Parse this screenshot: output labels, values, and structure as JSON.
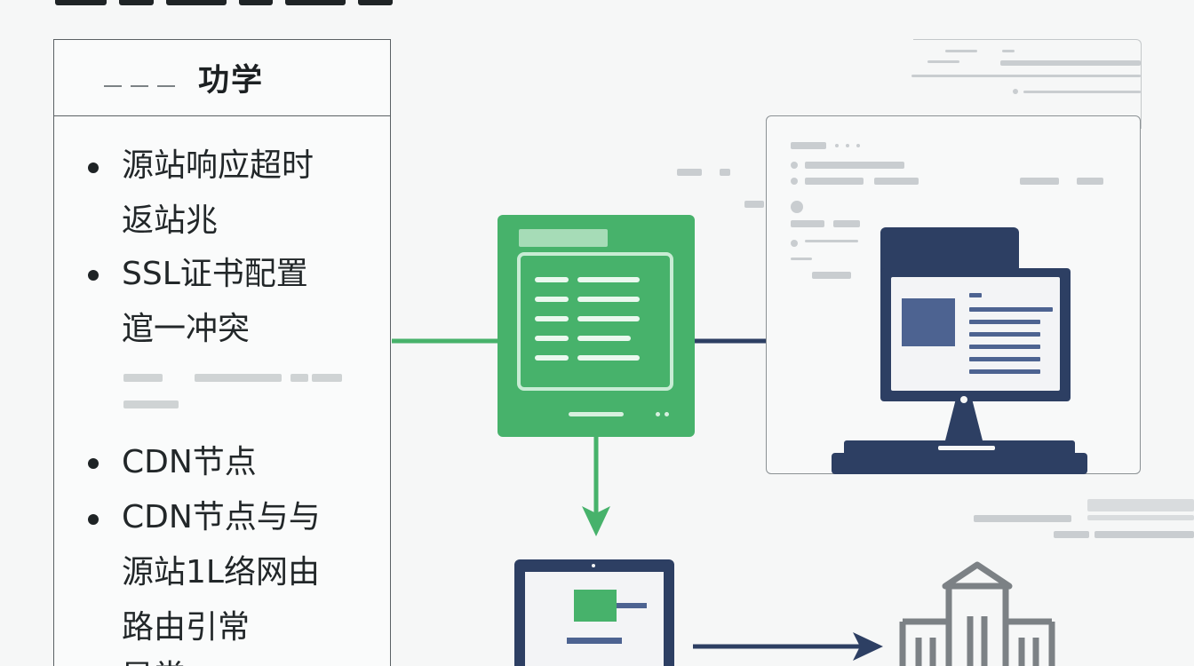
{
  "panel": {
    "title": "功学"
  },
  "items": [
    {
      "lines": [
        "源站响应超时",
        "返站兆"
      ]
    },
    {
      "lines": [
        "SSL证书配置",
        "逭一冲突"
      ]
    },
    {
      "lines": [
        "CDN节点"
      ]
    },
    {
      "lines": [
        "CDN节点与与",
        "源站1L络网由",
        "路由引常",
        "异常"
      ]
    }
  ],
  "colors": {
    "green": "#47b26b",
    "navy": "#2d3f63",
    "panel_border": "#5b6164",
    "text": "#222729"
  },
  "icons": {
    "server": "server-icon",
    "monitor": "desktop-monitor-icon",
    "laptop": "laptop-icon",
    "building": "building-icon"
  }
}
